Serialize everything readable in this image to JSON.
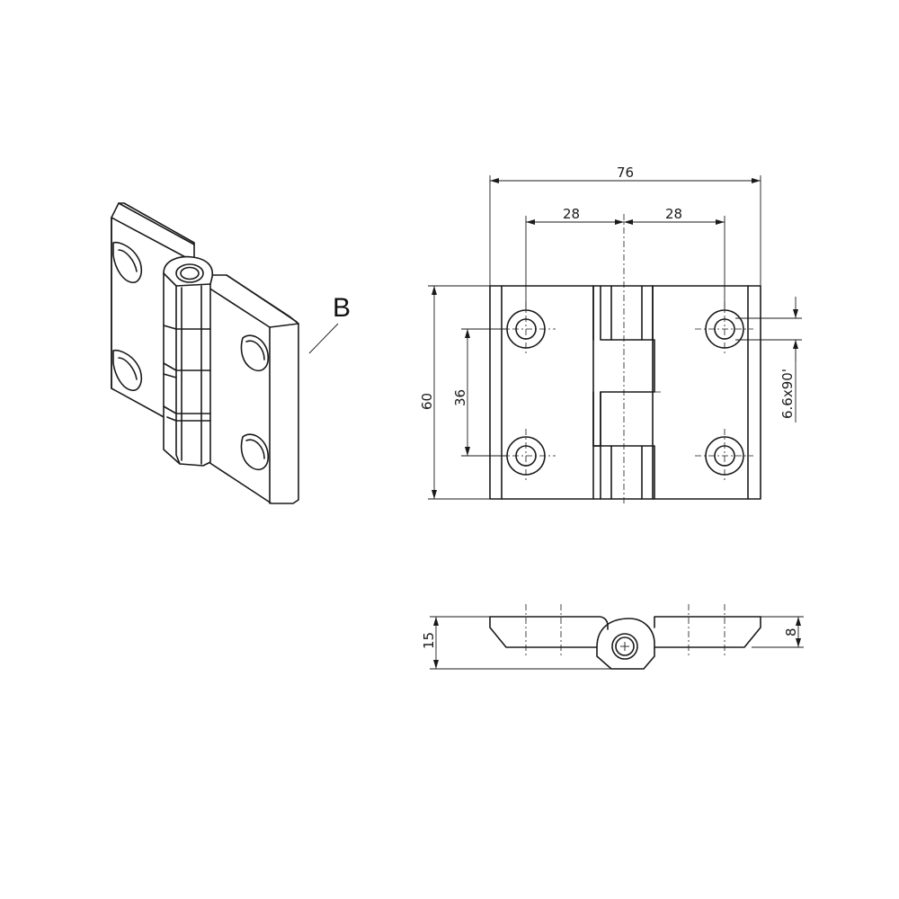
{
  "drawing": {
    "view_label": "B",
    "dimensions": {
      "overall_width": "76",
      "hole_spacing_left": "28",
      "hole_spacing_right": "28",
      "overall_height": "60",
      "hole_spacing_vertical": "36",
      "countersink": "6.6x90'",
      "thickness_total": "15",
      "plate_thickness": "8"
    }
  }
}
